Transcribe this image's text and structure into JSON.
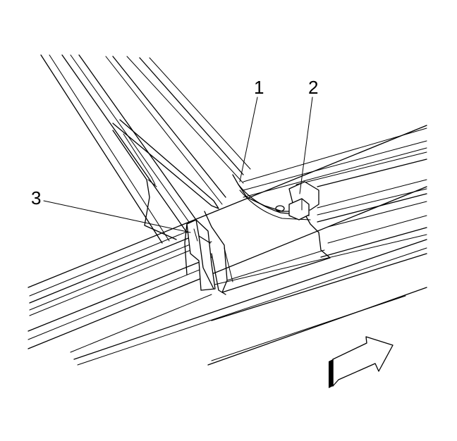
{
  "callouts": {
    "c1": "1",
    "c2": "2",
    "c3": "3"
  },
  "colors": {
    "line": "#000000",
    "background": "#ffffff"
  },
  "icons": {
    "direction": "forward-arrow-icon"
  }
}
